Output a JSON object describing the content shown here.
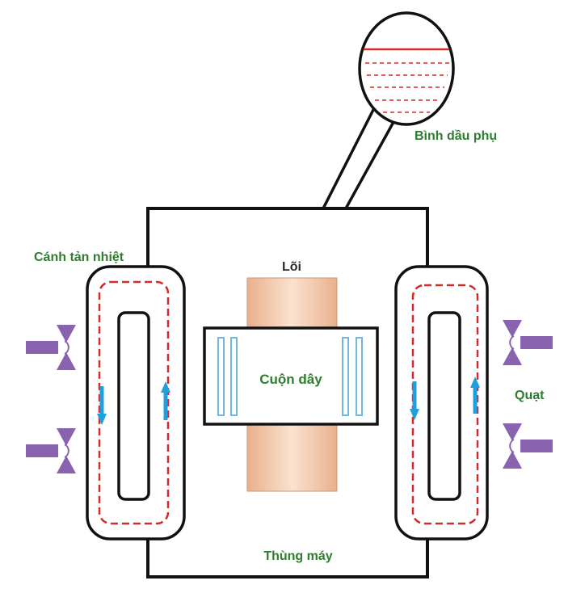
{
  "labels": {
    "aux_tank": "Bình dầu phụ",
    "radiator_fin": "Cánh tản nhiệt",
    "core": "Lõi",
    "coil": "Cuộn dây",
    "fan": "Quạt",
    "tank": "Thùng máy"
  },
  "colors": {
    "outline": "#111111",
    "label_green": "#2e7d2e",
    "oil_dashed": "#d42a2a",
    "flow_arrow": "#1e9fe0",
    "fan": "#8a63b0",
    "core_fill": "#f0c4a4",
    "coil_bar": "#6fb7de"
  },
  "icons": {
    "fan": "fan-icon",
    "flow": "arrow-icon"
  }
}
